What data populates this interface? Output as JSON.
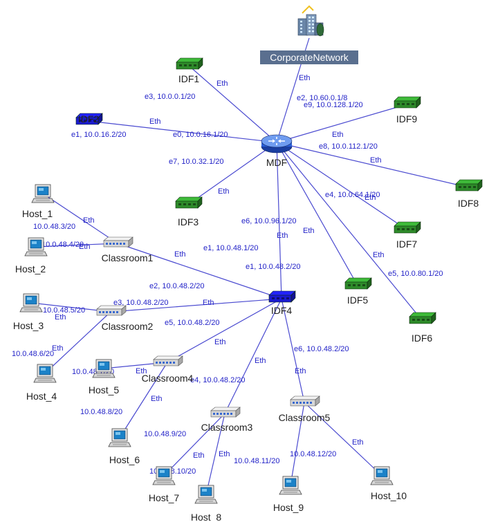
{
  "colors": {
    "link": "#4a4ad0",
    "edge_text": "#2323c8",
    "idf_green": "#2e8a2a",
    "idf_blue": "#1a1ad0",
    "router_blue": "#2a5fd8",
    "hub_gray": "#d8d8d8",
    "corp_label_bg": "#5a6f8f"
  },
  "nodes": [
    {
      "id": "corp",
      "label": "CorporateNetwork",
      "kind": "corp"
    },
    {
      "id": "mdf",
      "label": "MDF",
      "kind": "router"
    },
    {
      "id": "idf1",
      "label": "IDF1",
      "kind": "switch-green"
    },
    {
      "id": "idf2",
      "label": "IDF2",
      "kind": "switch-blue"
    },
    {
      "id": "idf3",
      "label": "IDF3",
      "kind": "switch-green"
    },
    {
      "id": "idf4",
      "label": "IDF4",
      "kind": "switch-blue"
    },
    {
      "id": "idf5",
      "label": "IDF5",
      "kind": "switch-green"
    },
    {
      "id": "idf6",
      "label": "IDF6",
      "kind": "switch-green"
    },
    {
      "id": "idf7",
      "label": "IDF7",
      "kind": "switch-green"
    },
    {
      "id": "idf8",
      "label": "IDF8",
      "kind": "switch-green"
    },
    {
      "id": "idf9",
      "label": "IDF9",
      "kind": "switch-green"
    },
    {
      "id": "c1",
      "label": "Classroom1",
      "kind": "hub"
    },
    {
      "id": "c2",
      "label": "Classroom2",
      "kind": "hub"
    },
    {
      "id": "c3",
      "label": "Classroom3",
      "kind": "hub"
    },
    {
      "id": "c4",
      "label": "Classroom4",
      "kind": "hub"
    },
    {
      "id": "c5",
      "label": "Classroom5",
      "kind": "hub"
    },
    {
      "id": "h1",
      "label": "Host_1",
      "kind": "host"
    },
    {
      "id": "h2",
      "label": "Host_2",
      "kind": "host"
    },
    {
      "id": "h3",
      "label": "Host_3",
      "kind": "host"
    },
    {
      "id": "h4",
      "label": "Host_4",
      "kind": "host"
    },
    {
      "id": "h5",
      "label": "Host_5",
      "kind": "host"
    },
    {
      "id": "h6",
      "label": "Host_6",
      "kind": "host"
    },
    {
      "id": "h7",
      "label": "Host_7",
      "kind": "host"
    },
    {
      "id": "h8",
      "label": "Host_8",
      "kind": "host"
    },
    {
      "id": "h9",
      "label": "Host_9",
      "kind": "host"
    },
    {
      "id": "h10",
      "label": "Host_10",
      "kind": "host"
    }
  ],
  "links": [
    {
      "from": "mdf",
      "to": "corp",
      "labels": [
        "e2, 10.60.0.1/8",
        "Eth"
      ]
    },
    {
      "from": "mdf",
      "to": "idf1",
      "labels": [
        "e3, 10.0.0.1/20",
        "Eth"
      ]
    },
    {
      "from": "mdf",
      "to": "idf2",
      "labels": [
        "e0, 10.0.16.1/20",
        "Eth",
        "e1, 10.0.16.2/20"
      ]
    },
    {
      "from": "mdf",
      "to": "idf3",
      "labels": [
        "e7, 10.0.32.1/20",
        "Eth"
      ]
    },
    {
      "from": "mdf",
      "to": "idf9",
      "labels": [
        "e9, 10.0.128.1/20",
        "Eth"
      ]
    },
    {
      "from": "mdf",
      "to": "idf8",
      "labels": [
        "e8, 10.0.112.1/20",
        "Eth"
      ]
    },
    {
      "from": "mdf",
      "to": "idf7",
      "labels": [
        "e4, 10.0.64.1/20",
        "Eth"
      ]
    },
    {
      "from": "mdf",
      "to": "idf5",
      "labels": [
        "Eth"
      ]
    },
    {
      "from": "mdf",
      "to": "idf6",
      "labels": [
        "e5, 10.0.80.1/20",
        "Eth"
      ]
    },
    {
      "from": "mdf",
      "to": "idf4",
      "labels": [
        "e6, 10.0.96.1/20",
        "Eth",
        "e1, 10.0.48.2/20"
      ]
    },
    {
      "from": "idf4",
      "to": "c1",
      "labels": [
        "e1, 10.0.48.1/20",
        "Eth"
      ]
    },
    {
      "from": "idf4",
      "to": "c2",
      "labels": [
        "e2, 10.0.48.2/20",
        "e3, 10.0.48.2/20",
        "Eth"
      ]
    },
    {
      "from": "idf4",
      "to": "c4",
      "labels": [
        "e5, 10.0.48.2/20",
        "Eth"
      ]
    },
    {
      "from": "idf4",
      "to": "c3",
      "labels": [
        "e4, 10.0.48.2/20",
        "Eth"
      ]
    },
    {
      "from": "idf4",
      "to": "c5",
      "labels": [
        "e6, 10.0.48.2/20",
        "Eth"
      ]
    },
    {
      "from": "c1",
      "to": "h1",
      "labels": [
        "10.0.48.3/20",
        "Eth"
      ]
    },
    {
      "from": "c1",
      "to": "h2",
      "labels": [
        "10.0.48.4/20",
        "Eth"
      ]
    },
    {
      "from": "c2",
      "to": "h3",
      "labels": [
        "10.0.48.5/20",
        "Eth"
      ]
    },
    {
      "from": "c2",
      "to": "h4",
      "labels": [
        "10.0.48.6/20",
        "Eth"
      ]
    },
    {
      "from": "c4",
      "to": "h5",
      "labels": [
        "10.0.48.7/20",
        "Eth"
      ]
    },
    {
      "from": "c4",
      "to": "h6",
      "labels": [
        "10.0.48.8/20",
        "Eth"
      ]
    },
    {
      "from": "c3",
      "to": "h7",
      "labels": [
        "10.0.48.9/20",
        "10.0.48.10/20",
        "Eth"
      ]
    },
    {
      "from": "c3",
      "to": "h8",
      "labels": [
        "10.0.48.11/20",
        "Eth"
      ]
    },
    {
      "from": "c5",
      "to": "h9",
      "labels": [
        "10.0.48.12/20"
      ]
    },
    {
      "from": "c5",
      "to": "h10",
      "labels": [
        "Eth"
      ]
    }
  ]
}
